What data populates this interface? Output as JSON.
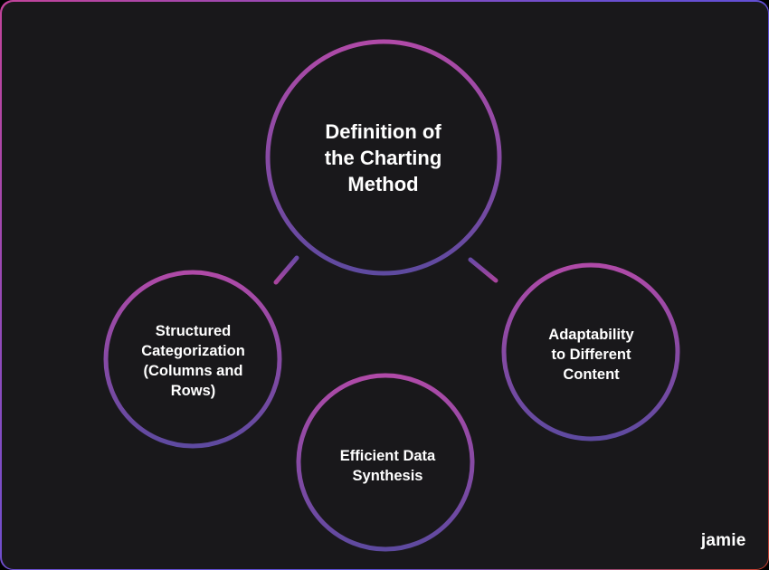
{
  "diagram": {
    "center": {
      "label": "Definition of\nthe Charting\nMethod"
    },
    "left": {
      "label": "Structured\nCategorization\n(Columns and\nRows)"
    },
    "bottom": {
      "label": "Efficient Data\nSynthesis"
    },
    "right": {
      "label": "Adaptability\nto Different\nContent"
    }
  },
  "brand": {
    "name": "jamie"
  },
  "colors": {
    "background": "#19181b",
    "ring_top": "#b04aa8",
    "ring_bottom": "#5e4aa0",
    "text": "#ffffff"
  }
}
